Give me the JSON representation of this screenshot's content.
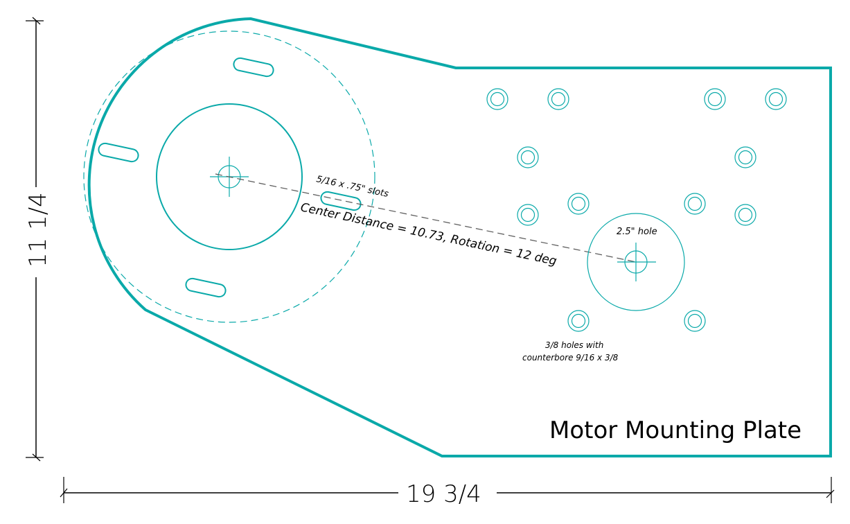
{
  "drawing": {
    "title": "Motor Mounting Plate",
    "units": "inches",
    "dimensions": {
      "width_label": "19 3/4",
      "height_label": "11 1/4"
    },
    "notes": {
      "slots": "5/16 x .75\" slots",
      "center_distance": "Center Distance = 10.73, Rotation = 12 deg",
      "large_hole": "2.5\" hole",
      "holes_line1": "3/8 holes with",
      "holes_line2": "counterbore 9/16 x 3/8"
    },
    "features": {
      "center_distance_in": 10.73,
      "rotation_deg": 12,
      "large_hole_diameter_in": 2.5,
      "slot_count": 4,
      "counterbore_hole_count": 12,
      "slot_size": "5/16 x .75",
      "hole_size": "3/8",
      "counterbore_size": "9/16 x 3/8"
    },
    "colors": {
      "part": "#0aa9a9",
      "centerline": "#555555",
      "dimension": "#000000",
      "background": "#ffffff"
    }
  }
}
